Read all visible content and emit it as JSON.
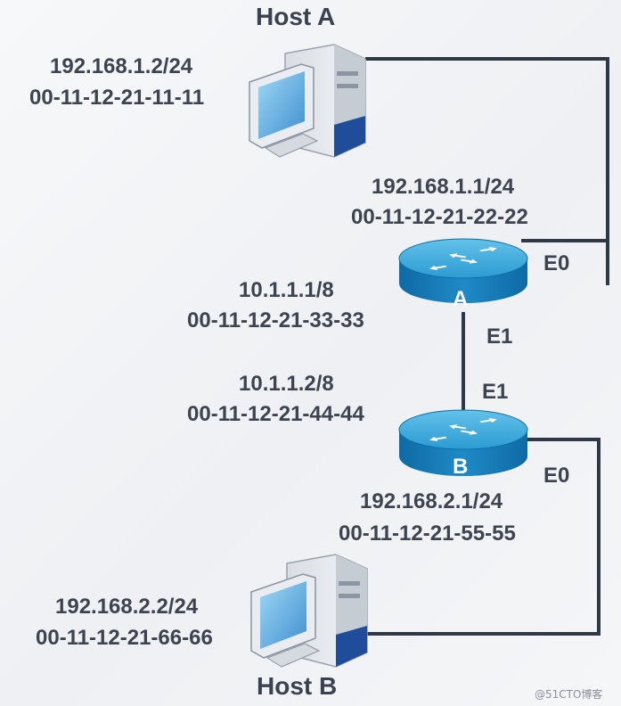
{
  "host_a": {
    "title": "Host A",
    "ip": "192.168.1.2/24",
    "mac": "00-11-12-21-11-11"
  },
  "host_b": {
    "title": "Host B",
    "ip": "192.168.2.2/24",
    "mac": "00-11-12-21-66-66"
  },
  "router_a": {
    "name": "A",
    "e0_label": "E0",
    "e0_ip": "192.168.1.1/24",
    "e0_mac": "00-11-12-21-22-22",
    "e1_label": "E1",
    "e1_ip": "10.1.1.1/8",
    "e1_mac": "00-11-12-21-33-33"
  },
  "router_b": {
    "name": "B",
    "e0_label": "E0",
    "e0_ip": "192.168.2.1/24",
    "e0_mac": "00-11-12-21-55-55",
    "e1_label": "E1",
    "e1_ip": "10.1.1.2/8",
    "e1_mac": "00-11-12-21-44-44"
  },
  "watermark": "@51CTO博客",
  "colors": {
    "text": "#3d4450",
    "link": "#2f3845",
    "router_top": "#3aa9d8",
    "router_side": "#1779b4"
  }
}
